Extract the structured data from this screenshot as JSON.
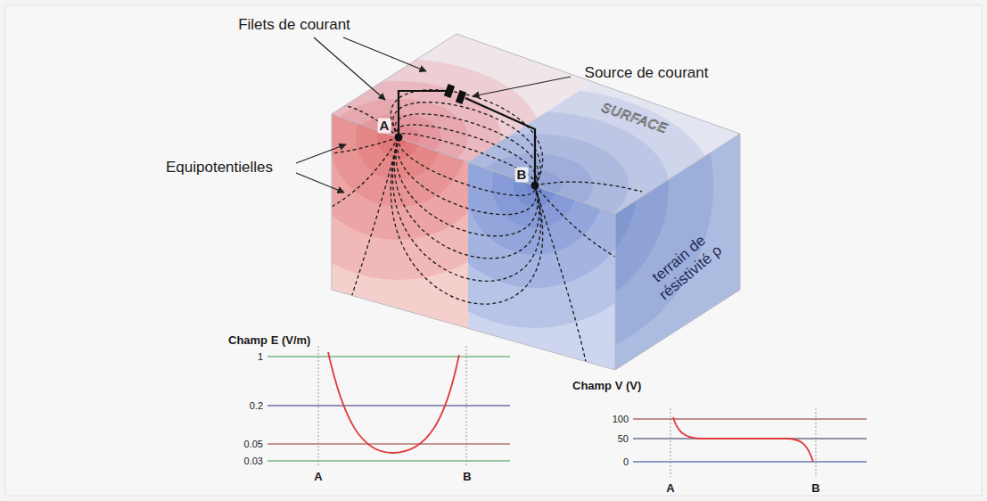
{
  "diagram": {
    "labels": [
      "Filets de courant",
      "Source de courant",
      "Equipotentielles",
      "A",
      "SURFACE",
      "B",
      "terrain de résistivité ρ",
      "Champ E (V/m)",
      "1",
      "0.2",
      "0.05",
      "0.03",
      "A",
      "B",
      "Champ V (V)",
      "100",
      "50",
      "0",
      "A",
      "B"
    ]
  }
}
